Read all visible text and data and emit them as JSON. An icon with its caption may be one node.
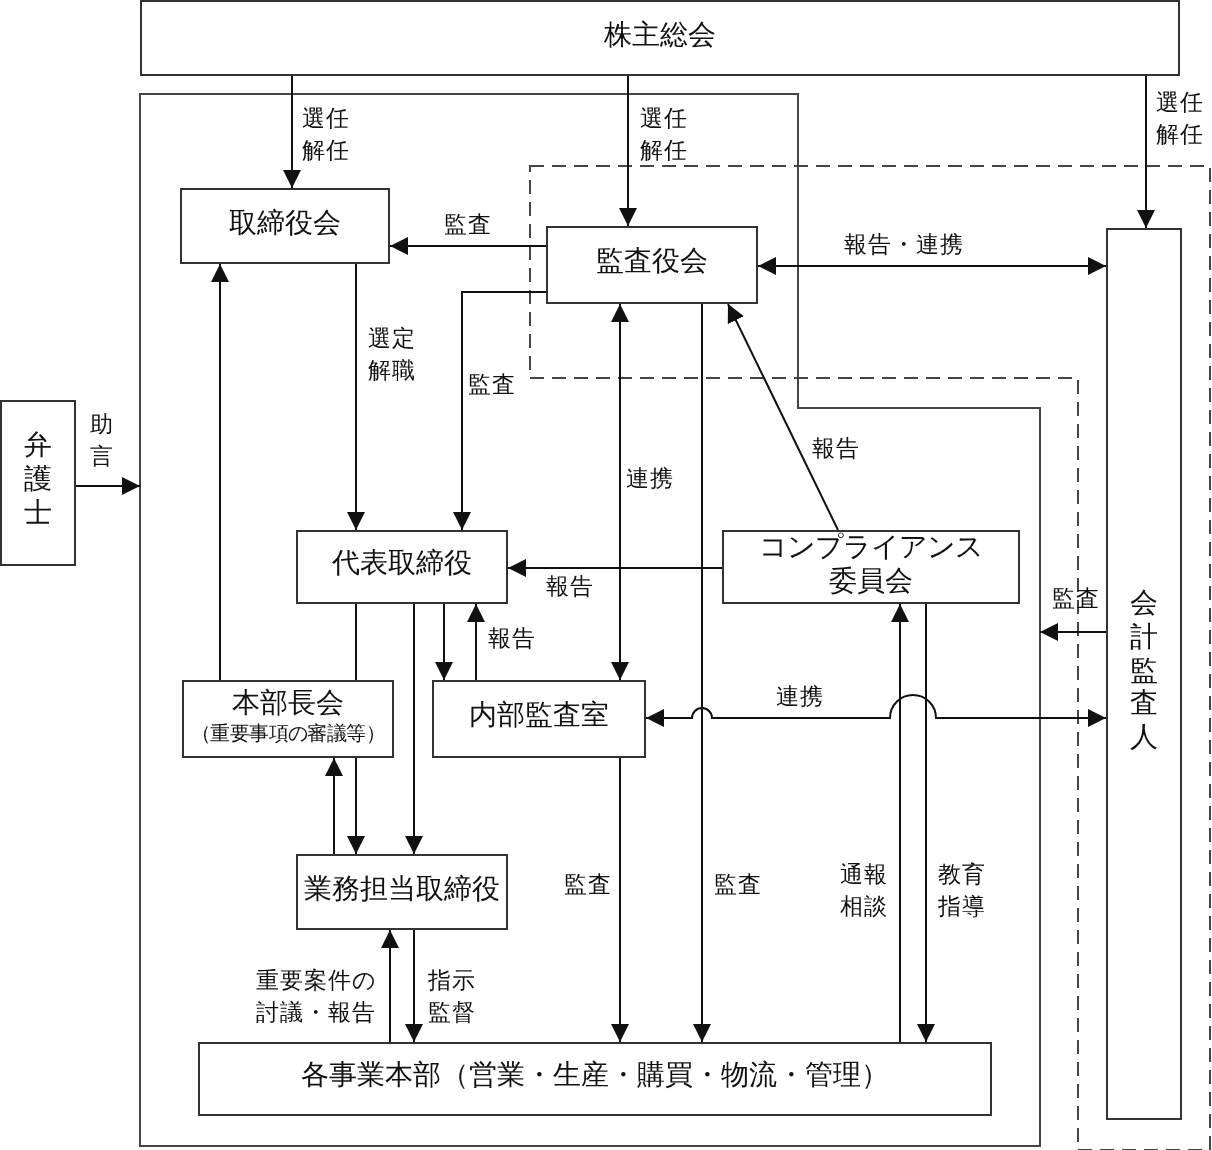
{
  "diagram": {
    "nodes": [
      {
        "text": [
          "株主総会"
        ]
      },
      {
        "text": [],
        "shape": "polygon"
      },
      {
        "text": [],
        "shape": "polygon"
      },
      {
        "text": [
          "取締役会"
        ],
        "in": 1
      },
      {
        "text": [
          "監査役会"
        ]
      },
      {
        "text": [
          "会計監査人"
        ],
        "in": 2
      },
      {
        "text": [
          "弁護士"
        ]
      },
      {
        "text": [
          "代表取締役"
        ],
        "in": 1
      },
      {
        "text": [
          "コンプライアンス委員会"
        ],
        "in": 1
      },
      {
        "text": [
          "本部長会",
          "（重要事項の審議等）"
        ],
        "in": 1
      },
      {
        "text": [
          "内部監査室"
        ],
        "in": 1
      },
      {
        "text": [
          "業務担当取締役"
        ],
        "in": 1
      },
      {
        "text": [
          "各事業本部（営業・生産・購買・物流・管理）"
        ],
        "in": 1
      }
    ],
    "edges": [
      {
        "from": 0,
        "to": 3,
        "arrow": "to",
        "label": "選任解任"
      },
      {
        "from": 0,
        "to": 4,
        "arrow": "to",
        "label": "選任解任"
      },
      {
        "from": 0,
        "to": 5,
        "arrow": "to",
        "label": "選任解任"
      },
      {
        "from": 4,
        "to": 3,
        "arrow": "to",
        "label": "監査"
      },
      {
        "from": 4,
        "to": 5,
        "arrow": "both",
        "label": "報告・連携"
      },
      {
        "from": 4,
        "to": 7,
        "arrow": "to",
        "label": "監査"
      },
      {
        "from": 3,
        "to": 7,
        "arrow": "to",
        "label": "選定解職"
      },
      {
        "from": 9,
        "to": 3,
        "arrow": "to"
      },
      {
        "from": 4,
        "to": 10,
        "arrow": "both",
        "label": "連携"
      },
      {
        "from": 4,
        "to": 12,
        "arrow": "to",
        "label": "監査"
      },
      {
        "from": 8,
        "to": 4,
        "arrow": "to",
        "label": "報告"
      },
      {
        "from": 8,
        "to": 7,
        "arrow": "to",
        "label": "報告"
      },
      {
        "from": 7,
        "to": 10,
        "arrow": "to"
      },
      {
        "from": 10,
        "to": 7,
        "arrow": "to",
        "label": "報告"
      },
      {
        "from": 7,
        "to": 9,
        "arrow": "none"
      },
      {
        "from": 9,
        "to": 11,
        "arrow": "to"
      },
      {
        "from": 11,
        "to": 9,
        "arrow": "to"
      },
      {
        "from": 7,
        "to": 11,
        "arrow": "to"
      },
      {
        "from": 12,
        "to": 11,
        "arrow": "to",
        "label": "重要案件の討議・報告"
      },
      {
        "from": 11,
        "to": 12,
        "arrow": "to",
        "label": "指示監督"
      },
      {
        "from": 10,
        "to": 12,
        "arrow": "to",
        "label": "監査"
      },
      {
        "from": 10,
        "to": 5,
        "arrow": "both",
        "label": "連携"
      },
      {
        "from": 12,
        "to": 8,
        "arrow": "to",
        "label": "通報相談"
      },
      {
        "from": 8,
        "to": 12,
        "arrow": "to",
        "label": "教育指導"
      },
      {
        "from": 5,
        "to": 1,
        "arrow": "to",
        "label": "監査"
      },
      {
        "from": 6,
        "to": 1,
        "arrow": "to",
        "label": "助言"
      }
    ]
  }
}
